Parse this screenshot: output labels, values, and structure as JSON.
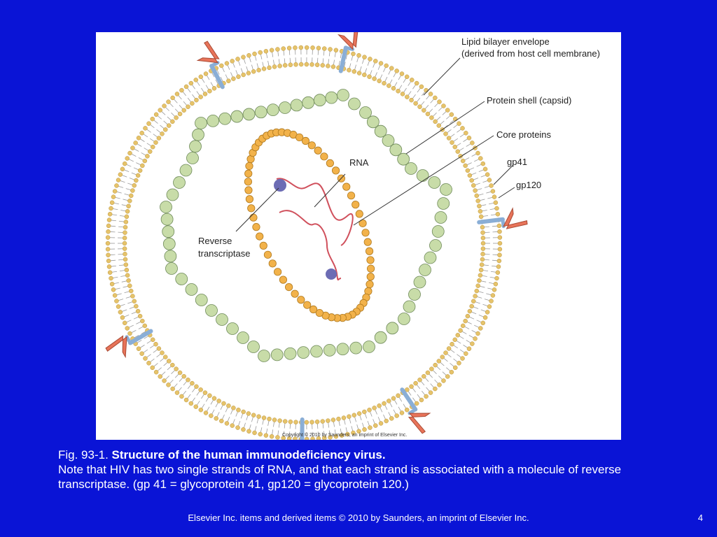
{
  "figure": {
    "labels": {
      "lipid_envelope_line1": "Lipid bilayer envelope",
      "lipid_envelope_line2": "(derived from host cell membrane)",
      "capsid": "Protein shell (capsid)",
      "core_proteins": "Core proteins",
      "gp41": "gp41",
      "gp120": "gp120",
      "rna": "RNA",
      "reverse_line1": "Reverse",
      "reverse_line2": "transcriptase"
    },
    "copyright": "Copyright © 2010 by Saunders, an imprint of Elsevier Inc.",
    "colors": {
      "panel_bg": "#ffffff",
      "membrane_head": "#e6c36a",
      "capsid_bead": "#c8dca8",
      "core_bead": "#f2b24a",
      "rna_strand": "#d0505c",
      "reverse_transcriptase": "#6c6cb4",
      "gp41": "#8aaed6",
      "gp120": "#e8745a",
      "slide_bg": "#0a14d6"
    }
  },
  "caption": {
    "fig_number": "Fig. 93-1. ",
    "title": "Structure of the human immunodeficiency virus.",
    "note": "Note that HIV has two single strands of RNA, and that each strand is associated with a molecule of reverse transcriptase. (gp 41 = glycoprotein 41, gp120 = glycoprotein 120.)"
  },
  "footer": {
    "text": "Elsevier Inc. items and derived items © 2010 by Saunders, an imprint of Elsevier Inc.",
    "page_number": "4"
  }
}
